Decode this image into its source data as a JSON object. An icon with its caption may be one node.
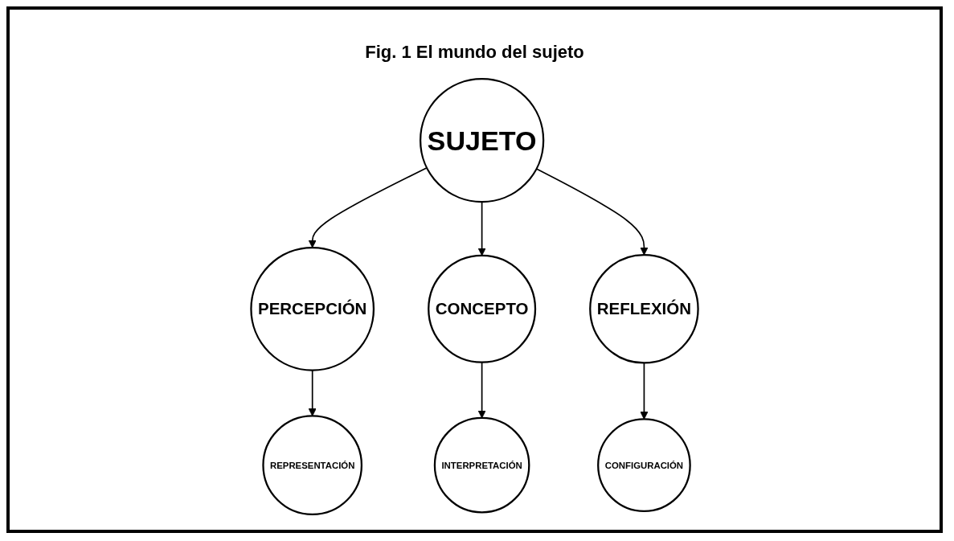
{
  "diagram": {
    "title": "Fig. 1 El mundo del sujeto",
    "nodes": [
      {
        "text": [
          "SUJETO"
        ]
      },
      {
        "text": [
          "PERCEPCIÓN"
        ]
      },
      {
        "text": [
          "CONCEPTO"
        ]
      },
      {
        "text": [
          "REPRESENTACIÓN"
        ]
      },
      {
        "text": [
          "REFLEXIÓN"
        ]
      },
      {
        "text": [
          "INTERPRETACIÓN"
        ]
      },
      {
        "text": [
          "CONFIGURACIÓN"
        ]
      }
    ],
    "edges": [
      {
        "from": 0,
        "to": 1,
        "arrow": "to"
      },
      {
        "from": 0,
        "to": 2,
        "arrow": "to"
      },
      {
        "from": 0,
        "to": 4,
        "arrow": "to"
      },
      {
        "from": 1,
        "to": 3,
        "arrow": "to"
      },
      {
        "from": 2,
        "to": 5,
        "arrow": "to"
      },
      {
        "from": 4,
        "to": 6,
        "arrow": "to"
      }
    ]
  }
}
